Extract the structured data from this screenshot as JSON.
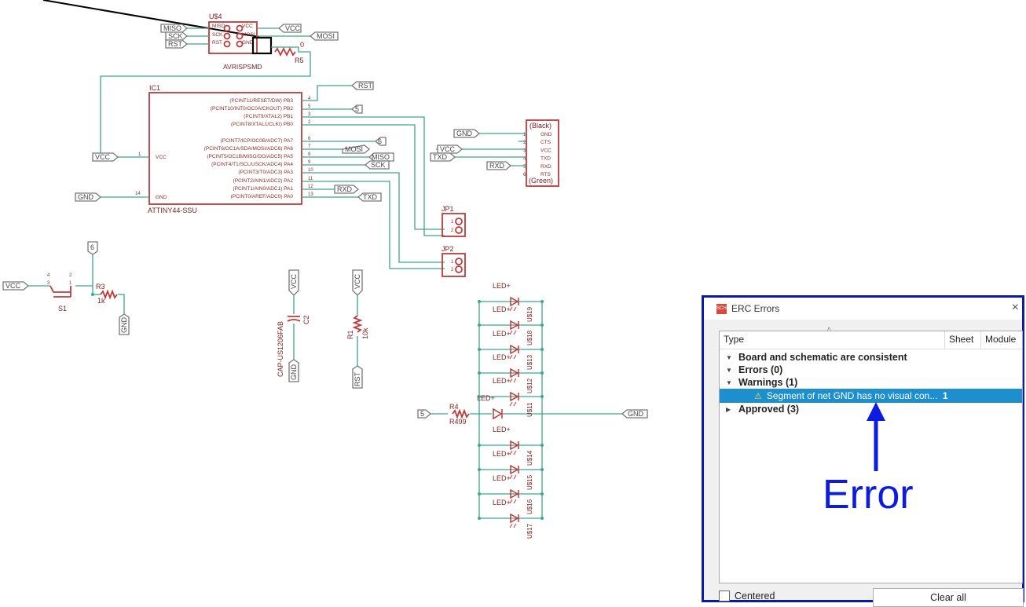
{
  "schematic": {
    "parts": {
      "u4": {
        "name": "U$4",
        "value": "AVRISPSMD",
        "pins_left": [
          "MISO",
          "SCK",
          "RST"
        ],
        "pins_right": [
          "VCC",
          "MOSI",
          "GND"
        ]
      },
      "ic1": {
        "name": "IC1",
        "value": "ATTINY44-SSU",
        "left_pins": [
          {
            "num": "1",
            "name": "VCC"
          },
          {
            "num": "14",
            "name": "GND"
          }
        ],
        "right_pins": [
          {
            "num": "4",
            "name": "(PCINT11/RESET/DW) PB3"
          },
          {
            "num": "5",
            "name": "(PCINT10/INT0/OC0A/CKOUT) PB2"
          },
          {
            "num": "3",
            "name": "(PCINT9/XTAL2) PB1"
          },
          {
            "num": "2",
            "name": "(PCINT8/XTAL1/CLKI) PB0"
          },
          {
            "num": "6",
            "name": "(PCINT7/ICP/OC0B/ADC7) PA7"
          },
          {
            "num": "7",
            "name": "(PCINT6/OC1A/SDA/MOSI/ADC6) PA6"
          },
          {
            "num": "8",
            "name": "(PCINT5/OC1B/MISO/DO/ADC5) PA5"
          },
          {
            "num": "9",
            "name": "(PCINT4/T1/SCL/USCK/ADC4) PA4"
          },
          {
            "num": "10",
            "name": "(PCINT3/T0/ADC3) PA3"
          },
          {
            "num": "11",
            "name": "(PCINT2/AIN1/ADC2) PA2"
          },
          {
            "num": "12",
            "name": "(PCINT1/AIN0/ADC1) PA1"
          },
          {
            "num": "13",
            "name": "(PCINT0/AREF/ADC0) PA0"
          }
        ]
      },
      "ftdi": {
        "top": "(Black)",
        "bottom": "(Green)",
        "pins": [
          {
            "num": "1",
            "name": "GND"
          },
          {
            "num": "2",
            "name": "CTS"
          },
          {
            "num": "3",
            "name": "VCC"
          },
          {
            "num": "4",
            "name": "TXD"
          },
          {
            "num": "5",
            "name": "RXD"
          },
          {
            "num": "6",
            "name": "RTS"
          }
        ]
      },
      "jp1": {
        "name": "JP1",
        "pins": [
          "1",
          "2"
        ]
      },
      "jp2": {
        "name": "JP2",
        "pins": [
          "1",
          "2"
        ]
      },
      "r5": {
        "name": "R5",
        "value": "0"
      },
      "r3": {
        "name": "R3",
        "value": "1k"
      },
      "s1": {
        "name": "S1",
        "pins": [
          "4",
          "3",
          "2",
          "1"
        ]
      },
      "c2": {
        "name": "C2",
        "value": "CAP-US1206FAB"
      },
      "r1": {
        "name": "R1",
        "value": "10k"
      },
      "r4": {
        "name": "R4",
        "value": "R499"
      },
      "led_label": "LED",
      "led_names": [
        "U$19",
        "U$18",
        "U$13",
        "U$12",
        "U$11",
        "U$14",
        "U$15",
        "U$16",
        "U$17"
      ]
    },
    "net_labels": {
      "miso": "MISO",
      "sck": "SCK",
      "rst": "RST",
      "vcc": "VCC",
      "mosi": "MOSI",
      "gnd": "GND",
      "txd": "TXD",
      "rxd": "RXD",
      "n5": "5",
      "n6": "6"
    }
  },
  "erc_dialog": {
    "title": "ERC Errors",
    "app_icon": "SCH",
    "close_icon": "close-icon",
    "columns": {
      "type": "Type",
      "sheet": "Sheet",
      "module": "Module"
    },
    "rows": {
      "consistent": "Board and schematic are consistent",
      "errors": "Errors (0)",
      "warnings": "Warnings (1)",
      "warning_item": {
        "text": "Segment of net GND has no visual con...",
        "sheet": "1",
        "icon": "warning-icon"
      },
      "approved": "Approved (3)"
    },
    "centered_label": "Centered",
    "centered_checked": false,
    "clear_all_label": "Clear all"
  },
  "annotation": {
    "label": "Error",
    "color": "#0b1be0"
  }
}
